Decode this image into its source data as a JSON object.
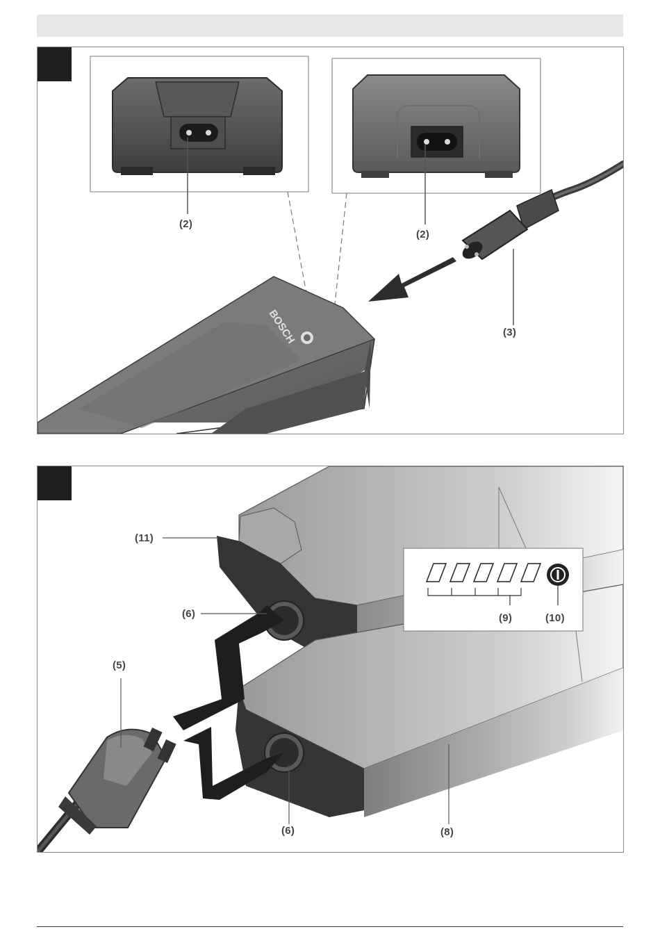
{
  "figures": [
    {
      "id": "A",
      "callouts": {
        "c1": "(2)",
        "c2": "(2)",
        "c3": "(3)"
      },
      "brand": "BOSCH"
    },
    {
      "id": "B",
      "callouts": {
        "c11": "(11)",
        "c6a": "(6)",
        "c5": "(5)",
        "c9": "(9)",
        "c10": "(10)",
        "c6b": "(6)",
        "c8": "(8)"
      }
    }
  ],
  "colors": {
    "frame": "#8a8a8a",
    "marker": "#1f1f1f",
    "header": "#e6e6e6",
    "device": "#5a5a5a"
  }
}
